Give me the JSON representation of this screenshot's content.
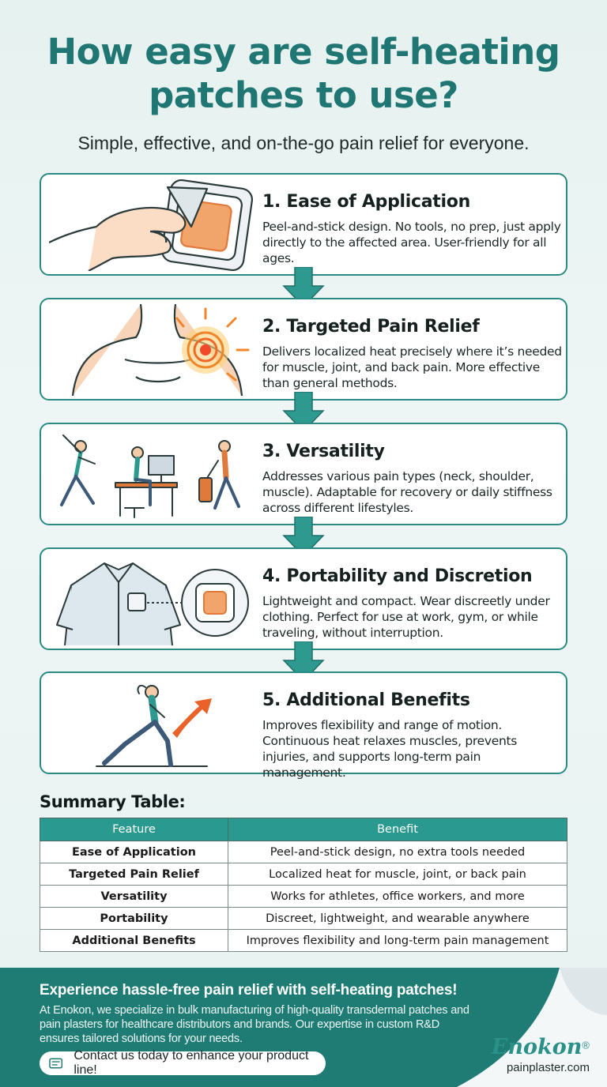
{
  "header": {
    "title_line1": "How easy are self-heating",
    "title_line2": "patches to use?",
    "subtitle": "Simple, effective, and on-the-go pain relief for everyone."
  },
  "cards": [
    {
      "title": "1. Ease of Application",
      "body": "Peel-and-stick design. No tools, no prep, just apply directly to the affected area. User-friendly for all ages."
    },
    {
      "title": "2. Targeted Pain Relief",
      "body": "Delivers localized heat precisely where it’s needed for muscle, joint, and back pain. More effective than general methods."
    },
    {
      "title": "3. Versatility",
      "body": "Addresses various pain types (neck, shoulder, muscle). Adaptable for recovery or daily stiffness across different lifestyles."
    },
    {
      "title": "4. Portability and Discretion",
      "body": "Lightweight and compact. Wear discreetly under clothing. Perfect for use at work, gym, or while traveling, without interruption."
    },
    {
      "title": "5. Additional Benefits",
      "body": "Improves flexibility and range of motion. Continuous heat relaxes muscles, prevents injuries, and supports long-term pain management."
    }
  ],
  "summary": {
    "label": "Summary Table:",
    "headers": [
      "Feature",
      "Benefit"
    ],
    "rows": [
      [
        "Ease of Application",
        "Peel-and-stick design, no extra tools needed"
      ],
      [
        "Targeted Pain Relief",
        "Localized heat for muscle, joint, or back pain"
      ],
      [
        "Versatility",
        "Works for athletes, office workers, and more"
      ],
      [
        "Portability",
        "Discreet, lightweight, and wearable anywhere"
      ],
      [
        "Additional Benefits",
        "Improves flexibility and long-term pain management"
      ]
    ]
  },
  "footer": {
    "headline": "Experience hassle-free pain relief with self-heating patches!",
    "body": "At Enokon, we specialize in bulk manufacturing of high-quality transdermal patches and pain plasters for healthcare distributors and brands. Our expertise in custom R&D ensures tailored solutions for your needs.",
    "cta": "Contact us today to enhance your product line!",
    "cta_icon": "message-icon",
    "brand_name": "Enokon",
    "brand_mark": "®",
    "brand_url": "painplaster.com"
  },
  "colors": {
    "accent": "#1f7672",
    "card_border": "#2a8a84",
    "table_header": "#2a9a90",
    "footer_bg": "#1f7c75",
    "heat": "#f0862a"
  }
}
